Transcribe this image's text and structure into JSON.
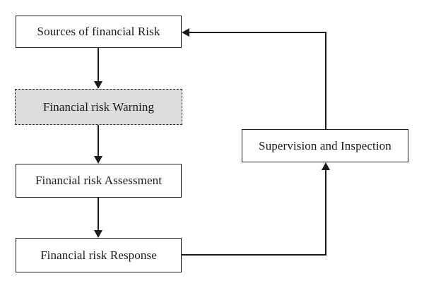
{
  "diagram": {
    "type": "flowchart",
    "background": "#ffffff",
    "colors": {
      "line": "#1a1a1a",
      "box_border": "#1a1a1a",
      "warning_fill": "#dcdcdc",
      "text": "#1a1a1a"
    },
    "nodes": [
      {
        "id": "sources",
        "label": "Sources of financial Risk",
        "style": "solid"
      },
      {
        "id": "warning",
        "label": "Financial risk Warning",
        "style": "dashed-gray"
      },
      {
        "id": "assessment",
        "label": "Financial risk Assessment",
        "style": "solid"
      },
      {
        "id": "response",
        "label": "Financial risk Response",
        "style": "solid"
      },
      {
        "id": "supervision",
        "label": "Supervision and Inspection",
        "style": "solid"
      }
    ],
    "edges": [
      {
        "from": "sources",
        "to": "warning",
        "direction": "down"
      },
      {
        "from": "warning",
        "to": "assessment",
        "direction": "down"
      },
      {
        "from": "assessment",
        "to": "response",
        "direction": "down"
      },
      {
        "from": "response",
        "to": "supervision",
        "direction": "right-then-up"
      },
      {
        "from": "supervision",
        "to": "sources",
        "direction": "up-then-left"
      }
    ]
  }
}
